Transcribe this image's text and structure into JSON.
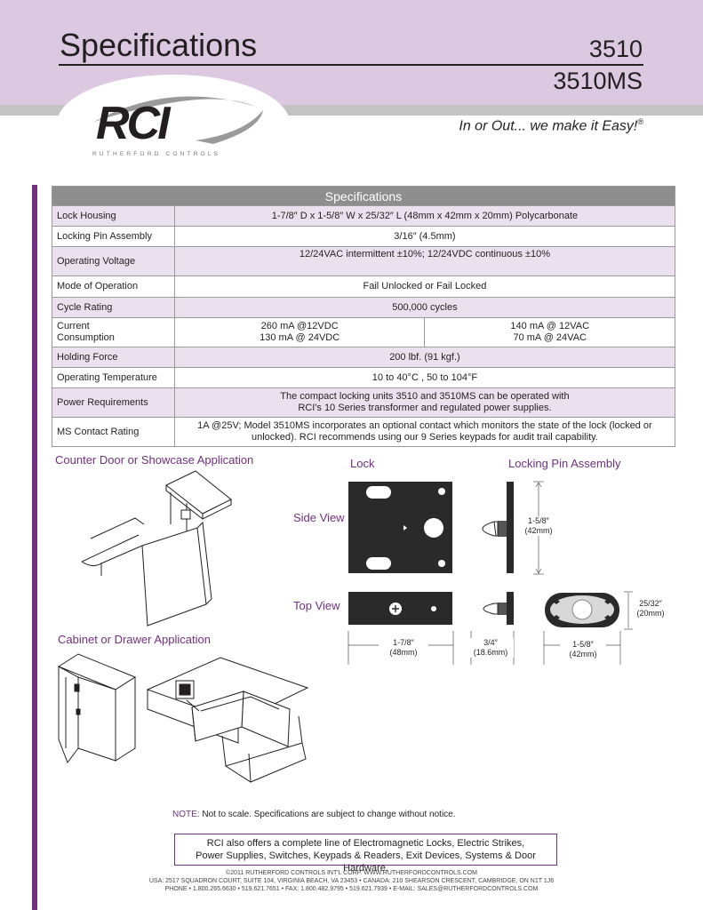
{
  "header": {
    "title": "Specifications",
    "model_primary": "3510",
    "model_secondary": "3510MS",
    "brand_name": "RUTHERFORD CONTROLS",
    "tagline": "In or Out... we make it Easy!",
    "tagline_mark": "®",
    "band_color": "#dcc8e0",
    "accent_color": "#70317e"
  },
  "specs_table": {
    "heading": "Specifications",
    "rows": [
      {
        "label": "Lock Housing",
        "value": "1-7/8″ D x 1-5/8″ W x 25/32″ L (48mm x 42mm x 20mm) Polycarbonate"
      },
      {
        "label": "Locking Pin Assembly",
        "value": "3/16″ (4.5mm)"
      },
      {
        "label": "Operating Voltage",
        "value": "12/24VAC intermittent ±10%; 12/24VDC continuous ±10%"
      },
      {
        "label": "Mode of Operation",
        "value": "Fail Unlocked or Fail Locked"
      },
      {
        "label": "Cycle Rating",
        "value": "500,000 cycles"
      },
      {
        "label_line1": "Current",
        "label_line2": "Consumption",
        "dc_line1": "260 mA @12VDC",
        "dc_line2": "130 mA @ 24VDC",
        "ac_line1": "140 mA @ 12VAC",
        "ac_line2": "70 mA @ 24VAC"
      },
      {
        "label": "Holding Force",
        "value": "200 lbf. (91 kgf.)"
      },
      {
        "label": "Operating Temperature",
        "value": "10 to 40°C , 50 to 104°F"
      },
      {
        "label": "Power Requirements",
        "value_line1": "The compact locking units 3510 and 3510MS can be operated with",
        "value_line2": "RCI's 10 Series transformer and regulated power supplies."
      },
      {
        "label": "MS Contact Rating",
        "value_line1": "1A @25V; Model 3510MS incorporates an optional contact which monitors the state of the lock (locked or",
        "value_line2": "unlocked). RCI recommends using our 9 Series keypads for audit trail capability."
      }
    ]
  },
  "diagrams": {
    "counter_title": "Counter Door or Showcase Application",
    "cabinet_title": "Cabinet or Drawer Application",
    "lock_title": "Lock",
    "pin_title": "Locking Pin Assembly",
    "side_view": "Side View",
    "top_view": "Top View",
    "dim_height_in": "1-5/8″",
    "dim_height_mm": "(42mm)",
    "dim_depth_in": "25/32″",
    "dim_depth_mm": "(20mm)",
    "dim_length_in": "1-7/8″",
    "dim_length_mm": "(48mm)",
    "dim_pin_in": "3/4″",
    "dim_pin_mm": "(18.6mm)",
    "dim_plate_in": "1-5/8″",
    "dim_plate_mm": "(42mm)"
  },
  "note": {
    "label": "NOTE:",
    "text": " Not to scale. Specifications are subject to change without notice."
  },
  "promo": {
    "line1": "RCI also offers a complete line of Electromagnetic Locks, Electric Strikes,",
    "line2": "Power Supplies, Switches, Keypads & Readers, Exit Devices, Systems & Door Hardware."
  },
  "footer": {
    "line1": "©2011 RUTHERFORD CONTROLS INT'L CORP. WWW.RUTHERFORDCONTROLS.COM",
    "line2": "USA: 2517 SQUADRON COURT, SUITE 104, VIRGINIA BEACH, VA 23453 • CANADA: 210 SHEARSON CRESCENT, CAMBRIDGE, ON N1T 1J6",
    "line3": "PHONE • 1.800.265.6630 • 519.621.7651 • FAX: 1.800.482.9795 • 519.621.7939 • E-MAIL: SALES@RUTHERFORDCONTROLS.COM"
  }
}
